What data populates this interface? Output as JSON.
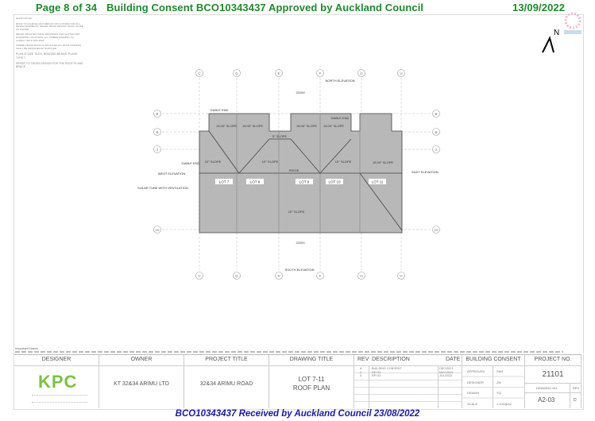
{
  "header": {
    "page": "Page 8 of 34",
    "consent": "Building Consent BCO10343437 Approved by Auckland Council",
    "date": "13/09/2022"
  },
  "north_label": "N",
  "notes": {
    "title": "ROOF NOTES:",
    "para1": "ROOF TO ACHIEVE MAX WEIGHT OF 0.4 KN/M2 FOR ALL DESIGN ELEMENTS, REFER TRUSS DESIGN. ROOF SLOPE AS SHOWN.",
    "para2": "REFER ARCHITECTURAL DRAWINGS FOR GUTTER AND DOWNPIPE LOCATIONS. ALL TIMBER FRAMING TO COMPLY WITH NZS 3604.",
    "para3": "WHERE TRUSS ROOF IS INSTALLED ALL ROOF FRAMING SHALL BE DESIGNED BY SUPPLIER.",
    "plan": "PLAN IS SIZE TILES, BRACING BEAMS, PLANS TYPE 7",
    "refer": "REFER TO TRUSS DESIGN FOR THE ROOF PLANE BRACE"
  },
  "plan": {
    "grid_cols": [
      "C",
      "D",
      "E",
      "F",
      "G",
      "H"
    ],
    "grid_rows": [
      "B",
      "B",
      "2",
      "10"
    ],
    "lots": [
      "LOT 7",
      "LOT 8",
      "LOT 9",
      "LOT 10",
      "LOT 11"
    ],
    "slopes": {
      "s15": "15.00° SLOPE",
      "s10": "10° SLOPE",
      "s5": "5° SLOPE"
    },
    "ridge": "RIDGE",
    "gable": "GABLE END",
    "west": "WEST ELEVATION",
    "east": "EAST ELEVATION",
    "north": "NORTH ELEVATION",
    "south": "SOUTH ELEVATION",
    "solar": "SOLAR TUBE WITH VENTILATION",
    "overall": "22200"
  },
  "important_notes": "Important Notes:",
  "titleblock": {
    "designer_h": "DESIGNER",
    "owner_h": "OWNER",
    "project_title_h": "PROJECT TITLE",
    "drawing_title_h": "DRAWING TITLE",
    "rev_h": "REV",
    "desc_h": "DESCRIPTION",
    "date_h": "DATE",
    "bc_h": "BUILDING CONSENT",
    "projno_h": "PROJECT NO.",
    "logo": "KPC",
    "owner": "KT 32&34 ARIMU LTD",
    "project_title": "32&34 ARIMU ROAD",
    "drawing_title_1": "LOT 7-11",
    "drawing_title_2": "ROOF PLAN",
    "revisions": [
      {
        "rev": "A",
        "desc": "BUILDING CONSENT",
        "date": "DEC/2021"
      },
      {
        "rev": "C",
        "desc": "RFI 02",
        "date": "MAY/2022"
      },
      {
        "rev": "D",
        "desc": "RFI 02",
        "date": "JUL/2022"
      }
    ],
    "approved_l": "APPROVED",
    "approved": "SMZ",
    "designer_l": "DESIGNER",
    "designer": "ZM",
    "drawn_l": "DRAWN",
    "drawn": "YQ",
    "scale_l": "SCALE",
    "scale": "1:100@A2",
    "project_no": "21101",
    "drawing_no_l": "DRAWING NO.",
    "rev_l": "REV",
    "drawing_no": "A2-03",
    "rev": "D"
  },
  "footer": "BCO10343437 Received by Auckland Council 23/08/2022",
  "colors": {
    "header": "#1f8a2a",
    "footer": "#1a1aa6",
    "logo": "#7cc242",
    "roof": "#b8b8b8"
  }
}
